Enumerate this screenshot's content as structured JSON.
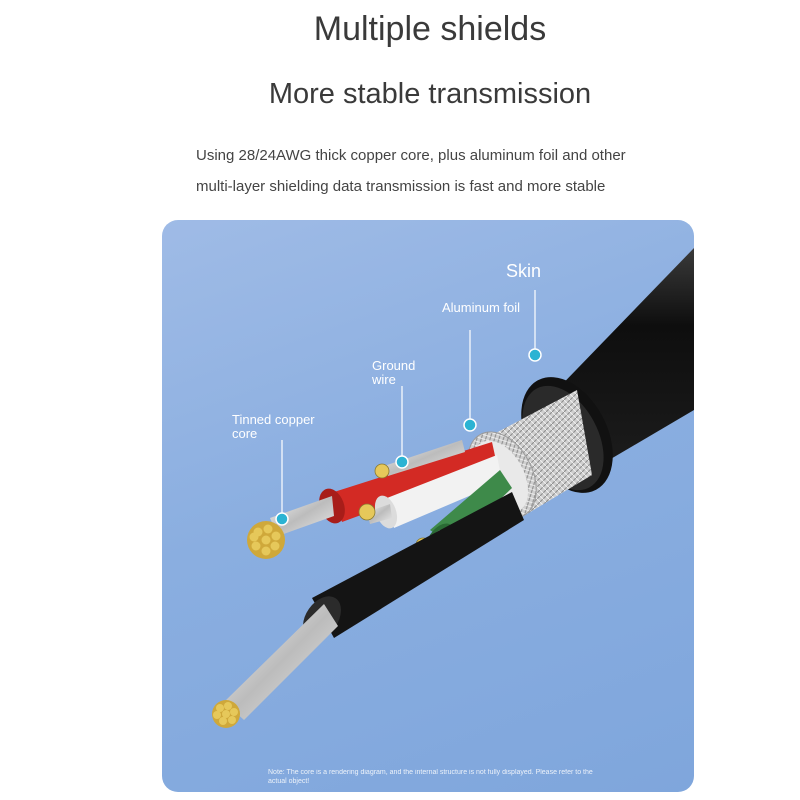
{
  "title": "Multiple shields",
  "subtitle": "More stable transmission",
  "description": [
    "Using 28/24AWG thick copper core, plus aluminum foil and other",
    "multi-layer shielding data transmission is fast and more stable"
  ],
  "labels": {
    "skin": "Skin",
    "aluminum_foil": "Aluminum foil",
    "ground_wire": "Ground wire",
    "tinned_copper_core": "Tinned copper core"
  },
  "note": "Note: The core is a rendering diagram, and the internal structure is not fully displayed. Please refer to the actual object!",
  "colors": {
    "panel": "#8aaee0",
    "callout": "#2bb3d3",
    "wire_red": "#d32a24",
    "wire_green": "#3e8a4a",
    "wire_white": "#f2f2f2",
    "jacket": "#1a1a1a",
    "copper_strand": "#e6c85a"
  }
}
